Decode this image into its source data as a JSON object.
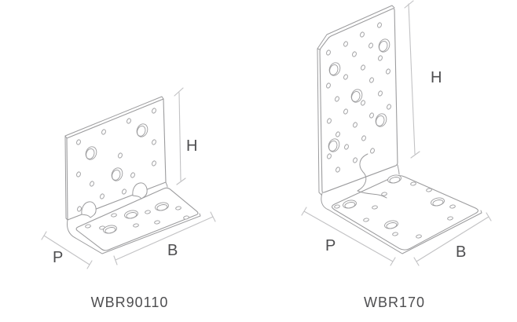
{
  "page": {
    "background": "#ffffff"
  },
  "diagram": {
    "type": "technical-line-drawing",
    "description": "Isometric drawings of two perforated angle brackets with dimension callouts",
    "colors": {
      "part-line": "#9c9c9e",
      "dim-line": "#c2c2c4",
      "label-text": "#4e4e50",
      "page-bg": "#ffffff"
    },
    "brackets": [
      {
        "name": "WBR90110",
        "dimensions": {
          "height": "H",
          "base_width": "B",
          "base_depth": "P"
        }
      },
      {
        "name": "WBR170",
        "dimensions": {
          "height": "H",
          "base_width": "B",
          "base_depth": "P"
        }
      }
    ]
  }
}
